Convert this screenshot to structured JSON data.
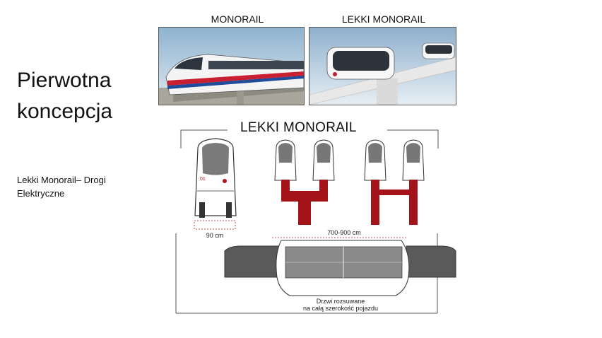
{
  "slide": {
    "title": "Pierwotna koncepcja",
    "subtitle": "Lekki Monorail– Drogi Elektryczne"
  },
  "photos": [
    {
      "label": "MONORAIL"
    },
    {
      "label": "LEKKI MONORAIL"
    }
  ],
  "diagram": {
    "title": "LEKKI MONORAIL",
    "vehicle_width": "90 cm",
    "track_width": "700-900 cm",
    "door_note_line1": "Drzwi rozsuwane",
    "door_note_line2": "na całą szerokość pojazdu",
    "vehicle_number": "01",
    "colors": {
      "accent": "#b01217",
      "body": "#ffffff",
      "window": "#777777",
      "outline": "#333333"
    }
  }
}
